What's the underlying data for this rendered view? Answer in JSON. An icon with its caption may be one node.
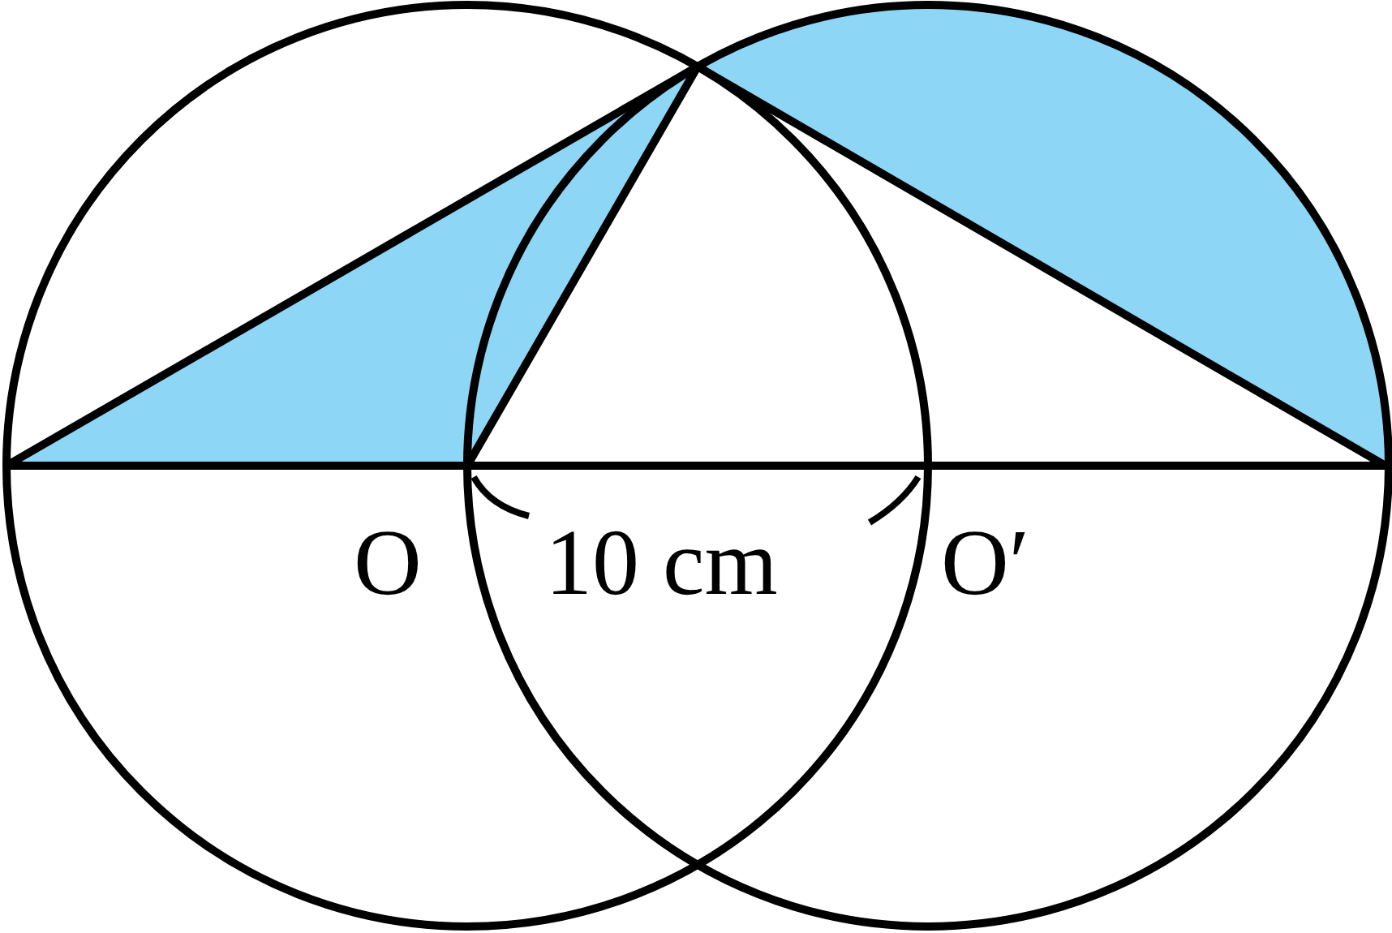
{
  "diagram": {
    "labels": [
      "O",
      "10 cm",
      "O′"
    ]
  }
}
